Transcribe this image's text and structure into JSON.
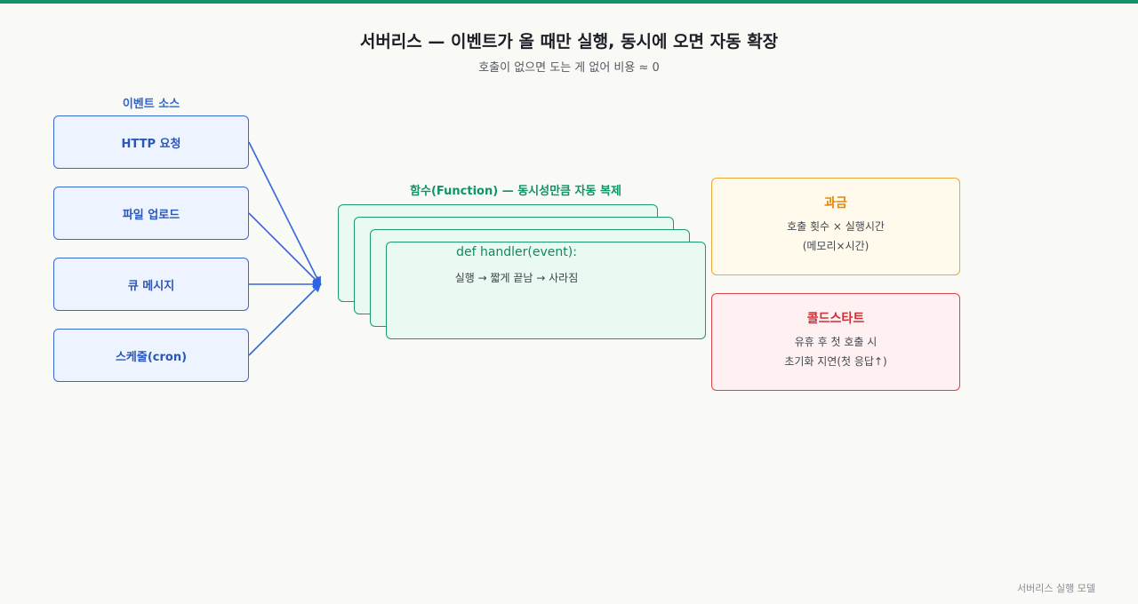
{
  "header": {
    "title": "서버리스 — 이벤트가 올 때만 실행, 동시에 오면 자동 확장",
    "subtitle": "호출이 없으면 도는 게 없어 비용 ≈ 0"
  },
  "sources": {
    "label": "이벤트 소스",
    "items": [
      {
        "label": "HTTP 요청"
      },
      {
        "label": "파일 업로드"
      },
      {
        "label": "큐 메시지"
      },
      {
        "label": "스케줄(cron)"
      }
    ]
  },
  "function": {
    "label": "함수(Function) — 동시성만큼 자동 복제",
    "code": "def handler(event):",
    "flow": "실행 → 짧게 끝남 → 사라짐"
  },
  "billing": {
    "title": "과금",
    "line1": "호출 횟수 × 실행시간",
    "line2": "(메모리×시간)"
  },
  "coldstart": {
    "title": "콜드스타트",
    "line1": "유휴 후 첫 호출 시",
    "line2": "초기화 지연(첫 응답↑)"
  },
  "footer": "서버리스 실행 모델",
  "colors": {
    "accent": "#0e9468",
    "source": "#3568d9",
    "billing": "#e6a93a",
    "coldstart": "#d9434a"
  }
}
